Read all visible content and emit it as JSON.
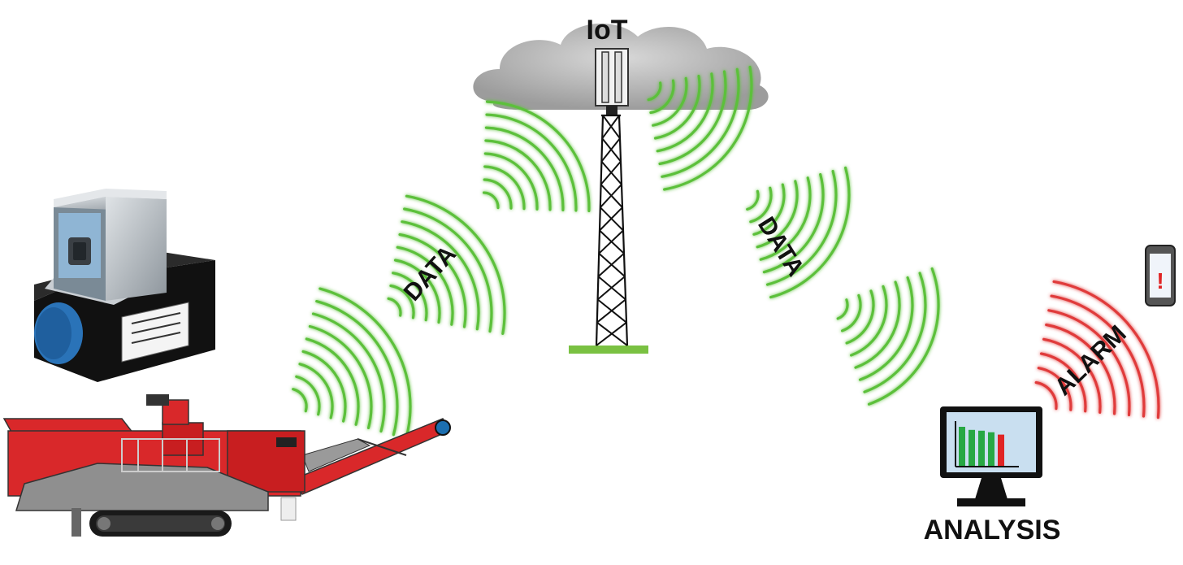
{
  "labels": {
    "iot": "IoT",
    "data_left": "DATA",
    "data_right": "DATA",
    "alarm": "ALARM",
    "analysis": "ANALYSIS",
    "alert_mark": "!"
  },
  "icons": {
    "cloud": "cloud-icon",
    "tower": "cell-tower-icon",
    "sensor": "sensor-device-icon",
    "machine": "mobile-crusher-machine-icon",
    "monitor": "analysis-monitor-icon",
    "phone": "smartphone-alert-icon"
  },
  "colors": {
    "data_wave": "#5cc03a",
    "alarm_wave": "#e03a3a",
    "machine_red": "#d9282a",
    "tower_ground": "#7ac142",
    "cloud": "#b9b9b9",
    "chart_green": "#27a844",
    "chart_red": "#e02424"
  },
  "chart": {
    "bars": [
      {
        "value": 10,
        "color": "green"
      },
      {
        "value": 9.2,
        "color": "green"
      },
      {
        "value": 9.0,
        "color": "green"
      },
      {
        "value": 8.6,
        "color": "green"
      },
      {
        "value": 8.0,
        "color": "red"
      }
    ]
  }
}
